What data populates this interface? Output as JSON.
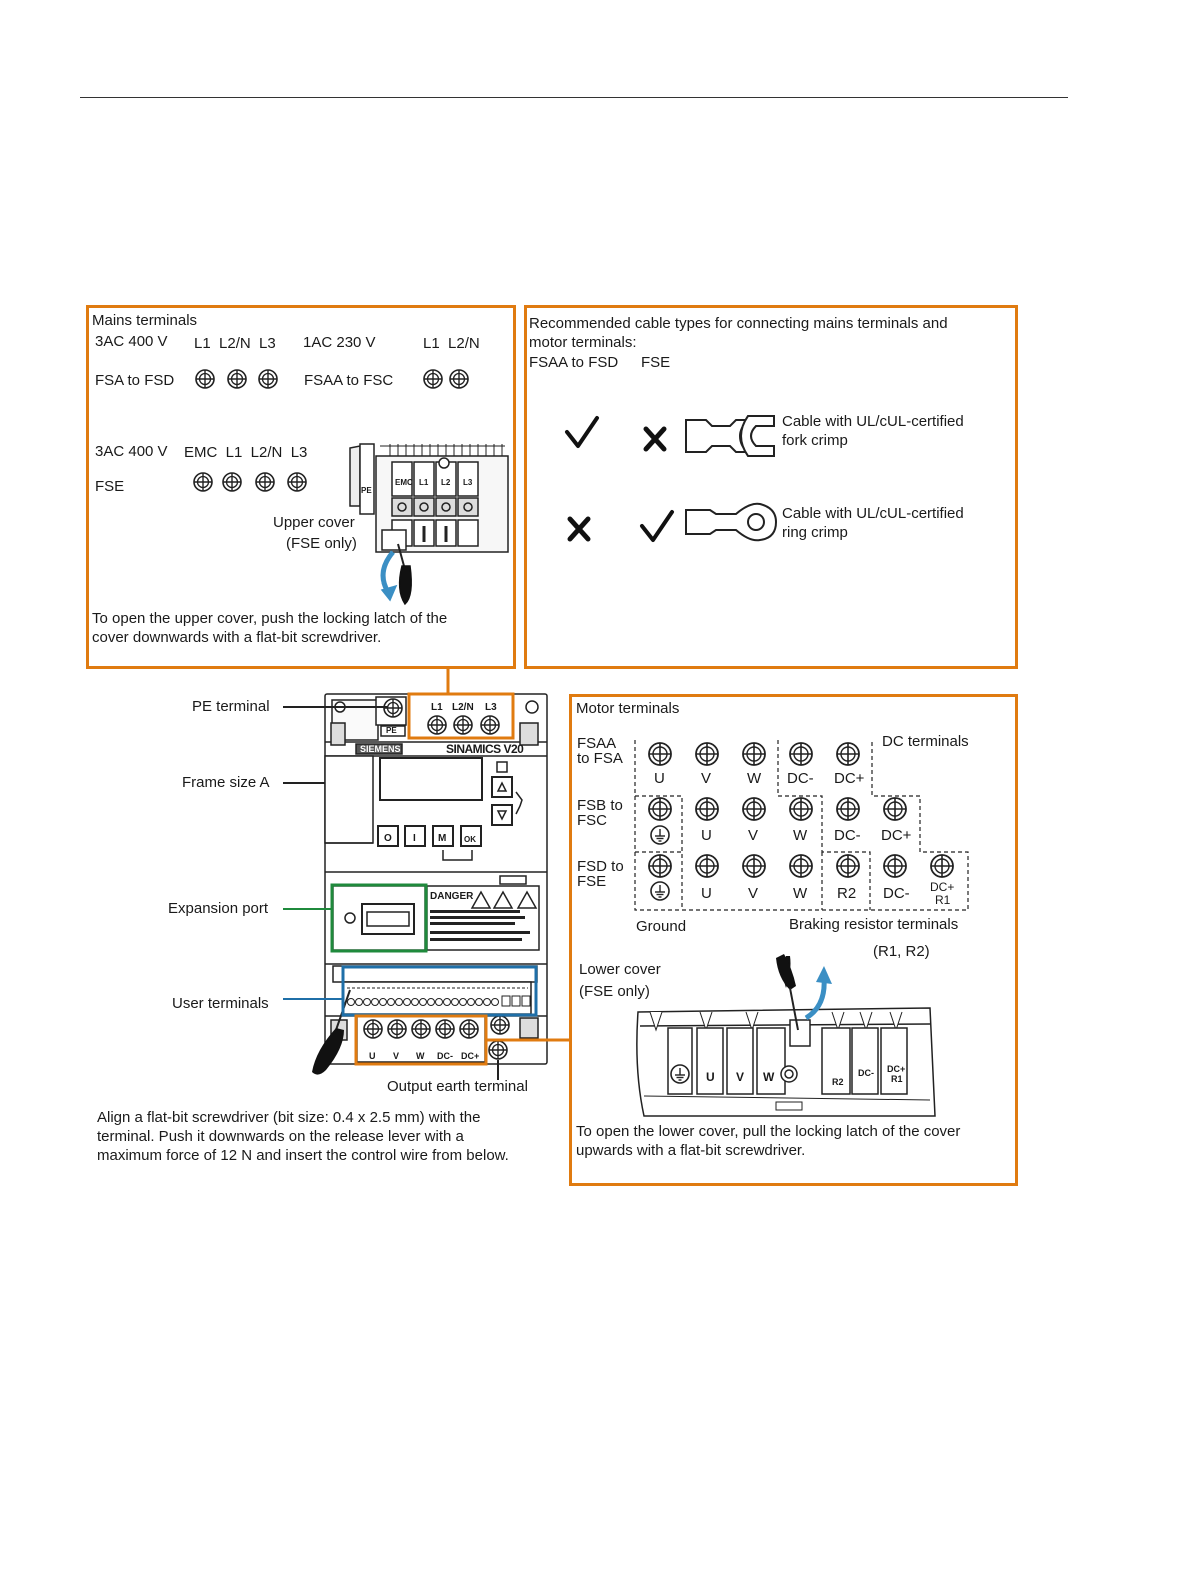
{
  "mains": {
    "title": "Mains terminals",
    "row1": {
      "left_voltage": "3AC 400 V",
      "left_terms": "L1  L2/N  L3",
      "right_voltage": "1AC 230 V",
      "right_terms": "L1  L2/N"
    },
    "row2": {
      "left_range": "FSA to FSD",
      "right_range": "FSAA to FSC"
    },
    "row3": {
      "voltage": "3AC 400 V",
      "terms": "EMC  L1  L2/N  L3",
      "range": "FSE"
    },
    "upper_cover_line1": "Upper cover",
    "upper_cover_line2": "(FSE only)",
    "note": "To open the upper cover, push the locking latch of the\ncover downwards with a flat-bit screwdriver.",
    "terminal_labels": [
      "PE",
      "EMC",
      "L1",
      "L2",
      "L3"
    ]
  },
  "cables": {
    "title": "Recommended cable types for connecting mains terminals and\nmotor terminals:",
    "col1": "FSAA to FSD",
    "col2": "FSE",
    "fork_label": "Cable with UL/cUL-certified\nfork crimp",
    "ring_label": "Cable with UL/cUL-certified\nring crimp",
    "check": "✓",
    "cross": "✘"
  },
  "inverter": {
    "pe_terminal": "PE terminal",
    "frame_size": "Frame size A",
    "expansion_port": "Expansion port",
    "user_terminals": "User terminals",
    "output_earth": "Output earth terminal",
    "brand": "SIEMENS",
    "model": "SINAMICS V20",
    "danger": "DANGER",
    "mains_labels": [
      "L1",
      "L2/N",
      "L3"
    ],
    "motor_labels": [
      "U",
      "V",
      "W",
      "DC-",
      "DC+"
    ],
    "button_labels": [
      "O",
      "I",
      "M",
      "OK"
    ],
    "pe_tag": "PE",
    "note": "Align a flat-bit screwdriver (bit size: 0.4 x 2.5 mm) with the\nterminal. Push it downwards on the release lever with a\nmaximum force of 12 N and insert the control wire from below."
  },
  "motor": {
    "title": "Motor terminals",
    "dc_terminals": "DC terminals",
    "row1_label": "FSAA\nto FSA",
    "row2_label": "FSB to\nFSC",
    "row3_label": "FSD to\nFSE",
    "row1_terms": [
      "U",
      "V",
      "W",
      "DC-",
      "DC+"
    ],
    "row2_terms": [
      "U",
      "V",
      "W",
      "DC-",
      "DC+"
    ],
    "row3_terms": [
      "U",
      "V",
      "W",
      "R2",
      "DC-"
    ],
    "row3_last_line1": "DC+",
    "row3_last_line2": "R1",
    "ground": "Ground",
    "braking": "Braking resistor terminals",
    "braking_sub": "(R1, R2)",
    "lower_cover_line1": "Lower cover",
    "lower_cover_line2": "(FSE only)",
    "cover_labels": [
      "U",
      "V",
      "W",
      "R2",
      "DC-",
      "DC+",
      "R1"
    ],
    "note": "To open the lower cover, pull the locking latch of the cover\nupwards with a flat-bit screwdriver."
  },
  "colors": {
    "orange": "#e07b10",
    "green": "#1f8a3c",
    "blue": "#1f6fa8",
    "callout": "#3b8fc4"
  }
}
